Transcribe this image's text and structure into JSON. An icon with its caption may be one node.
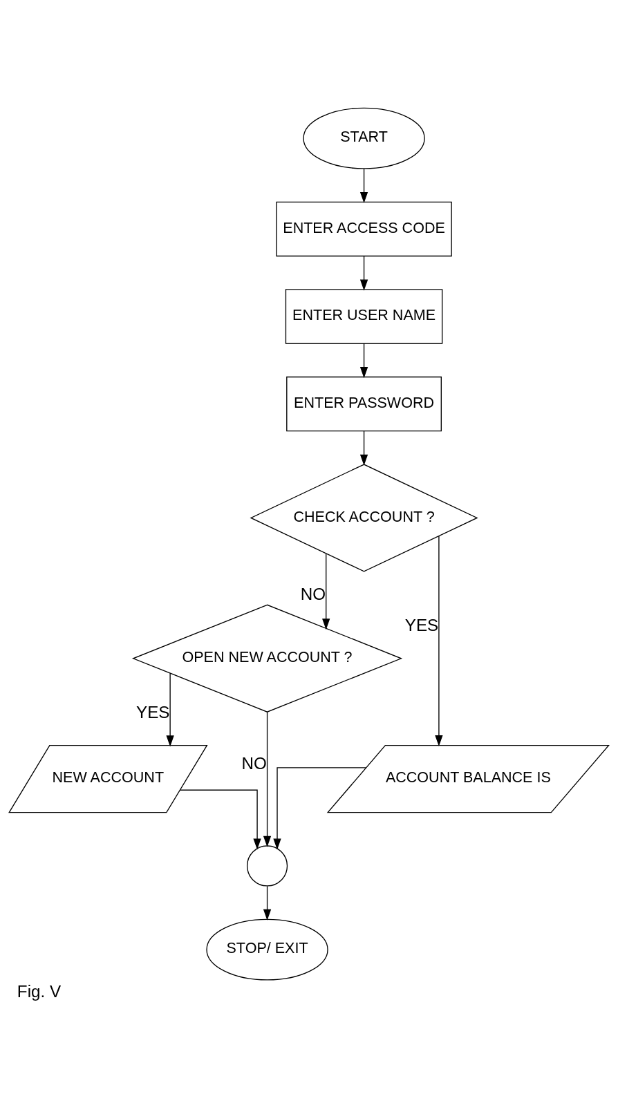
{
  "diagram": {
    "caption": "Fig. V",
    "nodes": [
      {
        "text": [
          "START"
        ]
      },
      {
        "text": [
          "ENTER ACCESS CODE"
        ]
      },
      {
        "text": [
          "ENTER USER NAME"
        ]
      },
      {
        "text": [
          "ENTER PASSWORD"
        ]
      },
      {
        "text": [
          "CHECK ACCOUNT ?"
        ]
      },
      {
        "text": [
          "OPEN NEW ACCOUNT ?"
        ]
      },
      {
        "text": [
          "ACCOUNT BALANCE IS"
        ]
      },
      {
        "text": [
          "NEW ACCOUNT"
        ]
      },
      {
        "text": [],
        "shape": "circle"
      },
      {
        "text": [
          "STOP/ EXIT"
        ]
      }
    ],
    "edges": [
      {
        "from": 0,
        "to": 1,
        "arrow": "to"
      },
      {
        "from": 1,
        "to": 2,
        "arrow": "to"
      },
      {
        "from": 2,
        "to": 3,
        "arrow": "to"
      },
      {
        "from": 3,
        "to": 4,
        "arrow": "to"
      },
      {
        "from": 4,
        "to": 5,
        "arrow": "to",
        "label": "NO"
      },
      {
        "from": 4,
        "to": 6,
        "arrow": "to",
        "label": "YES"
      },
      {
        "from": 5,
        "to": 7,
        "arrow": "to",
        "label": "YES"
      },
      {
        "from": 5,
        "to": 8,
        "arrow": "to",
        "label": "NO"
      },
      {
        "from": 7,
        "to": 8,
        "arrow": "to"
      },
      {
        "from": 6,
        "to": 8,
        "arrow": "to"
      },
      {
        "from": 8,
        "to": 9,
        "arrow": "to"
      }
    ]
  }
}
